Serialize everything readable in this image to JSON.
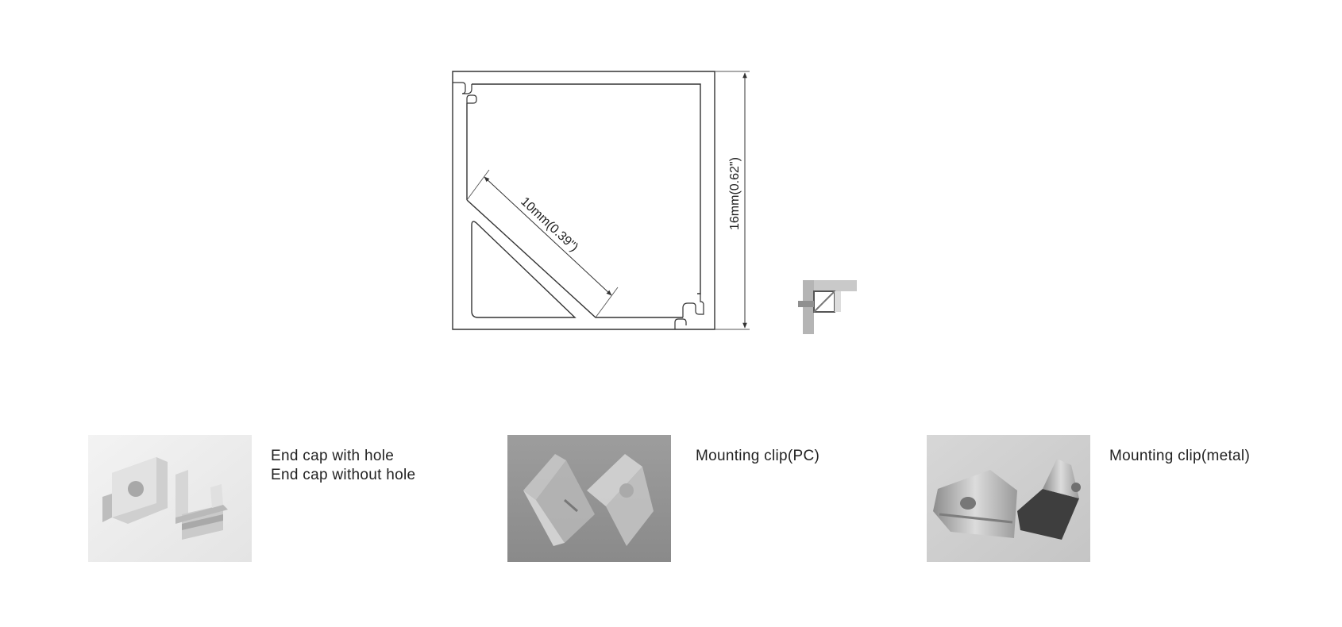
{
  "profile_drawing": {
    "dimension_height_label": "16mm(0.62\")",
    "dimension_diagonal_label": "10mm(0.39\")"
  },
  "accessories": [
    {
      "id": "end-cap",
      "labels": [
        "End cap with hole",
        "End cap without hole"
      ]
    },
    {
      "id": "mounting-clip-pc",
      "labels": [
        "Mounting clip(PC)"
      ]
    },
    {
      "id": "mounting-clip-metal",
      "labels": [
        "Mounting clip(metal)"
      ]
    }
  ],
  "colors": {
    "line": "#333333",
    "background": "#ffffff"
  }
}
